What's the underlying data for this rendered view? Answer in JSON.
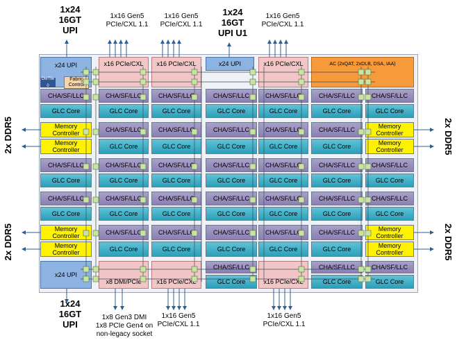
{
  "top_labels": {
    "upi_left": [
      "1x24",
      "16GT",
      "UPI"
    ],
    "pcie_1": [
      "1x16 Gen5",
      "PCIe/CXL 1.1"
    ],
    "pcie_2": [
      "1x16 Gen5",
      "PCIe/CXL 1.1"
    ],
    "upi_mid": [
      "1x24",
      "16GT",
      "UPI U1"
    ],
    "pcie_3": [
      "1x16 Gen5",
      "PCIe/CXL 1.1"
    ]
  },
  "bottom_labels": {
    "upi_left": [
      "1x24",
      "16GT",
      "UPI"
    ],
    "dmi": [
      "1x8 Gen3 DMI",
      "1x8 PCIe Gen4 on",
      "non-legacy socket"
    ],
    "pcie_1": [
      "1x16 Gen5",
      "PCIe/CXL 1.1"
    ],
    "pcie_2": [
      "1x16 Gen5",
      "PCIe/CXL 1.1"
    ]
  },
  "side_labels": {
    "left_top": "2x DDR5",
    "left_bottom": "2x DDR5",
    "right_top": "2x DDR5",
    "right_bottom": "2x DDR5"
  },
  "blocks": {
    "x24_upi": "x24 UPI",
    "x16_pcie_cxl": "x16 PCIe/CXL",
    "accelerators": "AC (2xQAT, 2xDLB, DSA, IAA)",
    "die_tile": "DieTile 0",
    "fabric_control": "Fabric Control",
    "cha": "CHA/SF/LLC",
    "glc": "GLC Core",
    "memory_controller": "Memory Controller",
    "x8_dmi_pcie": "x8 DMI/PCIe"
  }
}
